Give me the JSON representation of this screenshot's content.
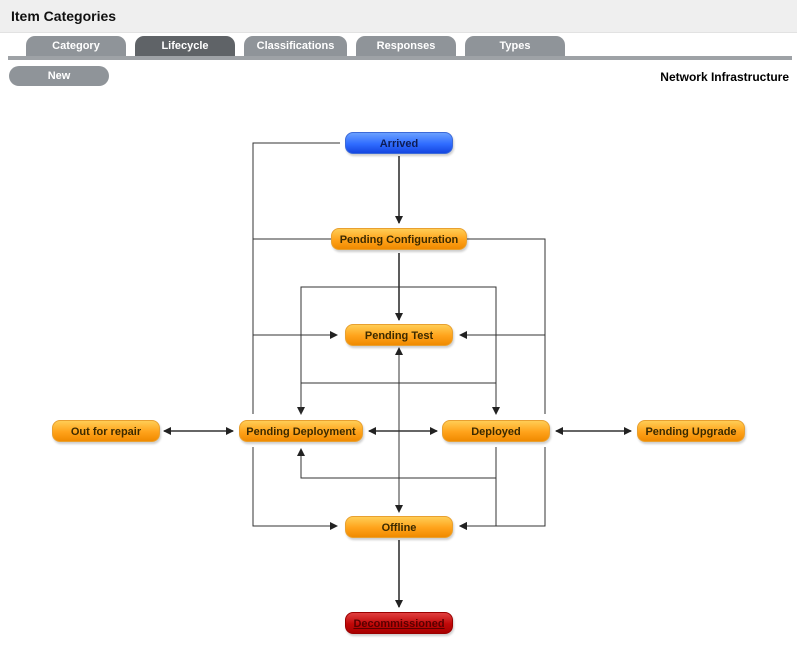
{
  "header": {
    "title": "Item Categories"
  },
  "tabs": [
    {
      "label": "Category",
      "active": false
    },
    {
      "label": "Lifecycle",
      "active": true
    },
    {
      "label": "Classifications",
      "active": false
    },
    {
      "label": "Responses",
      "active": false
    },
    {
      "label": "Types",
      "active": false
    }
  ],
  "toolbar": {
    "new_label": "New"
  },
  "category_name": "Network Infrastructure",
  "lifecycle": {
    "states": {
      "arrived": "Arrived",
      "pending_configuration": "Pending Configuration",
      "pending_test": "Pending Test",
      "out_for_repair": "Out for repair",
      "pending_deployment": "Pending Deployment",
      "deployed": "Deployed",
      "pending_upgrade": "Pending Upgrade",
      "offline": "Offline",
      "decommissioned": "Decommissioned"
    },
    "state_colors": {
      "initial": "#2f6cff",
      "normal": "#ffa21a",
      "final": "#c00808"
    }
  }
}
